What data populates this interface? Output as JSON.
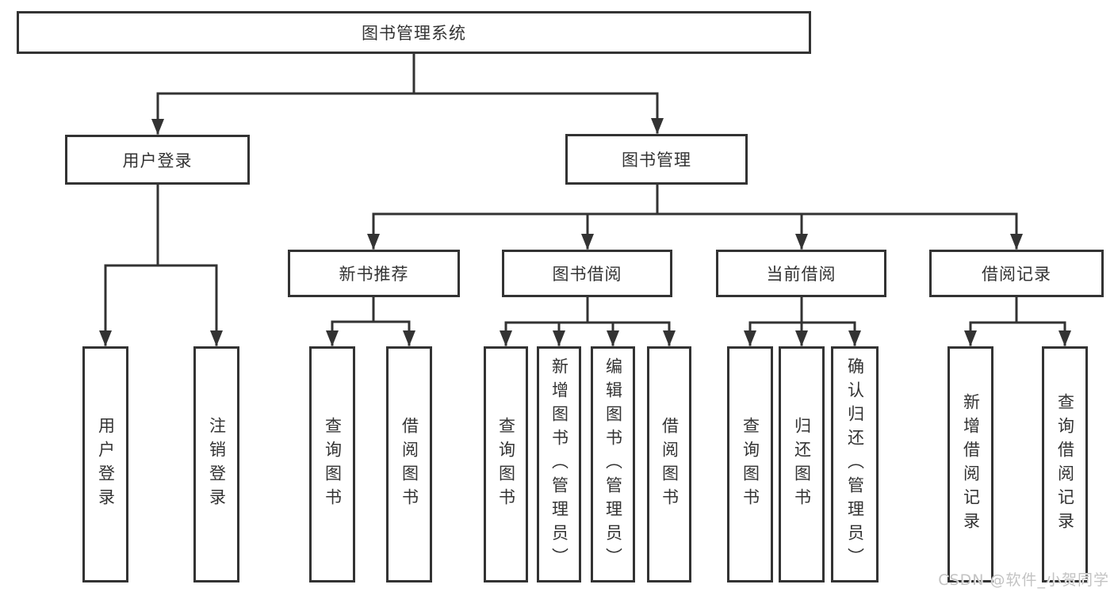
{
  "diagram": {
    "tree": {
      "label": "图书管理系统",
      "children": [
        {
          "label": "用户登录",
          "children": [
            {
              "label": "用户登录"
            },
            {
              "label": "注销登录"
            }
          ]
        },
        {
          "label": "图书管理",
          "children": [
            {
              "label": "新书推荐",
              "children": [
                {
                  "label": "查询图书"
                },
                {
                  "label": "借阅图书"
                }
              ]
            },
            {
              "label": "图书借阅",
              "children": [
                {
                  "label": "查询图书"
                },
                {
                  "label": "新增图书（管理员）"
                },
                {
                  "label": "编辑图书（管理员）"
                },
                {
                  "label": "借阅图书"
                }
              ]
            },
            {
              "label": "当前借阅",
              "children": [
                {
                  "label": "查询图书"
                },
                {
                  "label": "归还图书"
                },
                {
                  "label": "确认归还（管理员）"
                }
              ]
            },
            {
              "label": "借阅记录",
              "children": [
                {
                  "label": "新增借阅记录"
                },
                {
                  "label": "查询借阅记录"
                }
              ]
            }
          ]
        }
      ]
    },
    "watermark": "CSDN @软件_小贺同学",
    "colors": {
      "line": "#333333",
      "text": "#333333",
      "watermark_text": "#c3c3c3",
      "background": "#ffffff"
    }
  }
}
